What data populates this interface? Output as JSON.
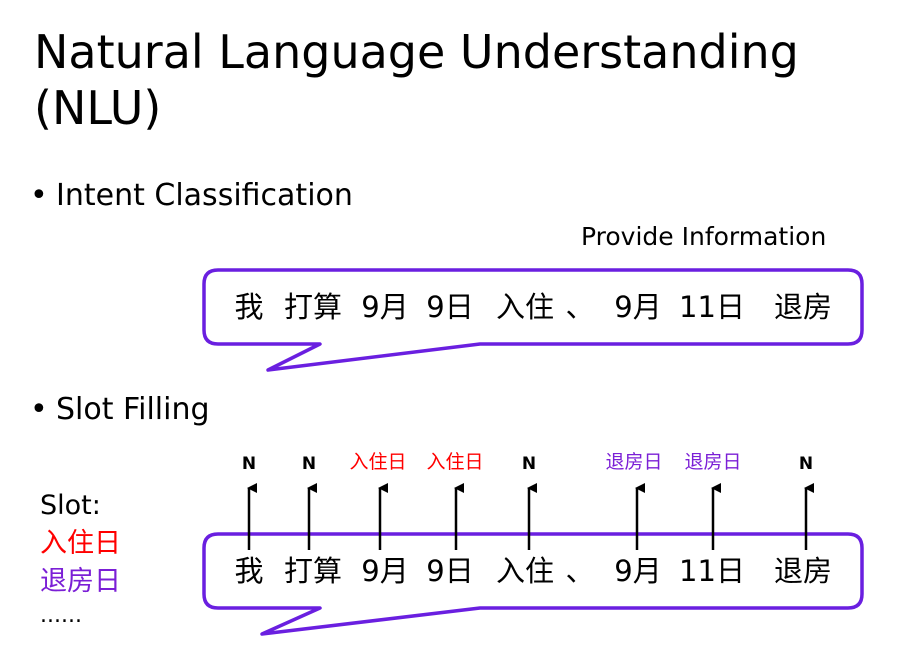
{
  "title": "Natural Language Understanding (NLU)",
  "bullets": {
    "intent": "Intent Classification",
    "slot": "Slot Filling"
  },
  "intent_label": "Provide Information",
  "tokens": [
    "我",
    "打算",
    "9月",
    "9日",
    "入住",
    "、",
    "9月",
    "11日",
    "退房"
  ],
  "tags": [
    "N",
    "N",
    "入住日",
    "入住日",
    "N",
    "退房日",
    "退房日",
    "N"
  ],
  "slot_panel": {
    "heading": "Slot:",
    "items": [
      "入住日",
      "退房日"
    ],
    "more": "......"
  },
  "colors": {
    "bubble_stroke": "#6a1fe0",
    "checkin": "#ff0000",
    "checkout": "#7b1fd6"
  }
}
